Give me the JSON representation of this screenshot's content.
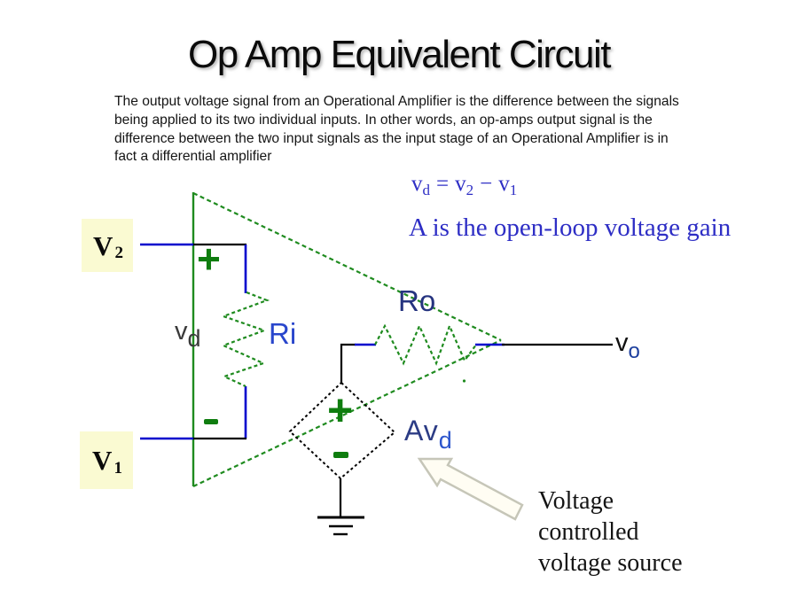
{
  "slide": {
    "title": "Op Amp Equivalent Circuit",
    "intro_lines": [
      "The output voltage signal from an Operational Amplifier is the difference between the signals",
      "being applied to its two individual inputs. In other words, an op-amps output signal is the",
      "difference between the two input signals as the input stage of an Operational Amplifier is in",
      "fact a differential amplifier"
    ],
    "formula": {
      "base1": "v",
      "sub1": "d",
      "op1": "=",
      "base2": "v",
      "sub2": "2",
      "op2": "−",
      "base3": "v",
      "sub3": "1"
    },
    "gain_note": "A is the open-loop voltage gain",
    "annotation_lines": [
      "Voltage",
      "controlled",
      "voltage source"
    ]
  },
  "circuit": {
    "input_v2": {
      "base": "V",
      "sub": "2"
    },
    "input_v1": {
      "base": "V",
      "sub": "1"
    },
    "vd_label": {
      "base": "v",
      "sub": "d"
    },
    "ri_label": "Ri",
    "ro_label": "Ro",
    "vo_label": {
      "base": "v",
      "sub": "o"
    },
    "avd_label": {
      "base": "Av",
      "sub": "d"
    },
    "opamp_plus_sign": "+",
    "opamp_minus_sign": "-",
    "source_plus_sign": "+",
    "source_minus_sign": "-"
  },
  "colors": {
    "wire_blue": "#0000cd",
    "circuit_green": "#1f8b1f",
    "sign_green": "#0f7d0f",
    "highlight_yellow": "#fafad2",
    "formula_blue": "#2e2ec5",
    "ri_label_blue": "#2946cc",
    "ro_label_navy": "#25337f",
    "arrow_outline_gray": "#c6c6b8"
  }
}
